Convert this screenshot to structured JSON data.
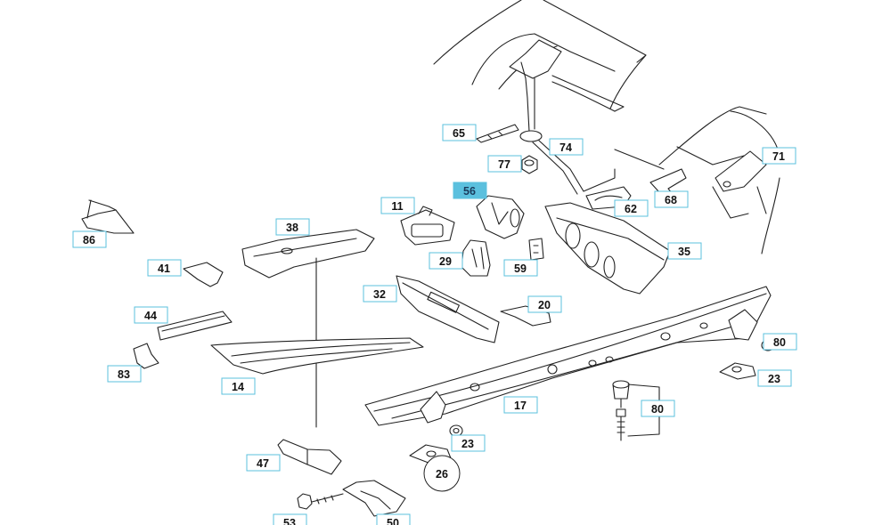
{
  "diagram": {
    "highlight_color": "#5bc0de",
    "callouts": [
      {
        "label": "86",
        "active": false
      },
      {
        "label": "41",
        "active": false
      },
      {
        "label": "44",
        "active": false
      },
      {
        "label": "83",
        "active": false
      },
      {
        "label": "14",
        "active": false
      },
      {
        "label": "47",
        "active": false
      },
      {
        "label": "53",
        "active": false
      },
      {
        "label": "50",
        "active": false
      },
      {
        "label": "38",
        "active": false
      },
      {
        "label": "11",
        "active": false
      },
      {
        "label": "56",
        "active": true
      },
      {
        "label": "65",
        "active": false
      },
      {
        "label": "77",
        "active": false
      },
      {
        "label": "74",
        "active": false
      },
      {
        "label": "29",
        "active": false
      },
      {
        "label": "59",
        "active": false
      },
      {
        "label": "32",
        "active": false
      },
      {
        "label": "20",
        "active": false
      },
      {
        "label": "62",
        "active": false
      },
      {
        "label": "68",
        "active": false
      },
      {
        "label": "71",
        "active": false
      },
      {
        "label": "35",
        "active": false
      },
      {
        "label": "17",
        "active": false
      },
      {
        "label": "23",
        "active": false
      },
      {
        "label": "80",
        "active": false
      },
      {
        "label": "26",
        "active": false
      },
      {
        "label": "23",
        "active": false
      },
      {
        "label": "80",
        "active": false
      }
    ]
  }
}
